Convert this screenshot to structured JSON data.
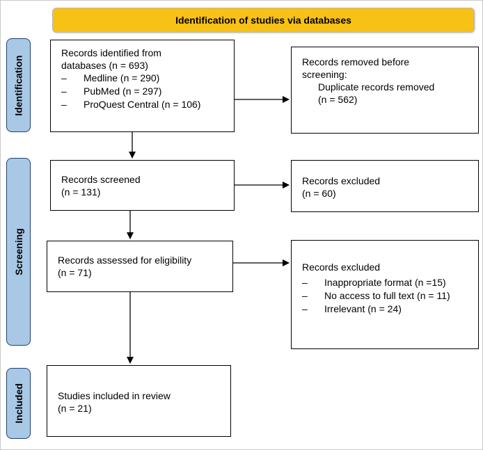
{
  "header": {
    "title": "Identification of studies via databases"
  },
  "phases": {
    "identification": "Identification",
    "screening": "Screening",
    "included": "Included"
  },
  "boxes": {
    "identified": {
      "line1": "Records identified from",
      "line2": "databases (n = 693)",
      "items": [
        {
          "dash": "–",
          "text": "Medline (n = 290)"
        },
        {
          "dash": "–",
          "text": "PubMed (n = 297)"
        },
        {
          "dash": "–",
          "text": "ProQuest Central (n = 106)"
        }
      ]
    },
    "removed": {
      "line1": "Records removed before",
      "line2": "screening:",
      "line3": "Duplicate records removed",
      "line4": "(n = 562)"
    },
    "screened": {
      "line1": "Records screened",
      "line2": "(n = 131)"
    },
    "excluded1": {
      "line1": "Records excluded",
      "line2": "(n = 60)"
    },
    "assessed": {
      "line1": "Records assessed for eligibility",
      "line2": "(n = 71)"
    },
    "excluded2": {
      "line1": "Records excluded",
      "items": [
        {
          "dash": "–",
          "text": "Inappropriate format (n =15)"
        },
        {
          "dash": "–",
          "text": "No access to full text (n = 11)"
        },
        {
          "dash": "–",
          "text": "Irrelevant (n = 24)"
        }
      ]
    },
    "included": {
      "line1": "Studies included in review",
      "line2": "(n = 21)"
    }
  },
  "colors": {
    "header_fill": "#f8c116",
    "phase_fill": "#a9c8e6",
    "phase_border": "#1f3e74"
  }
}
